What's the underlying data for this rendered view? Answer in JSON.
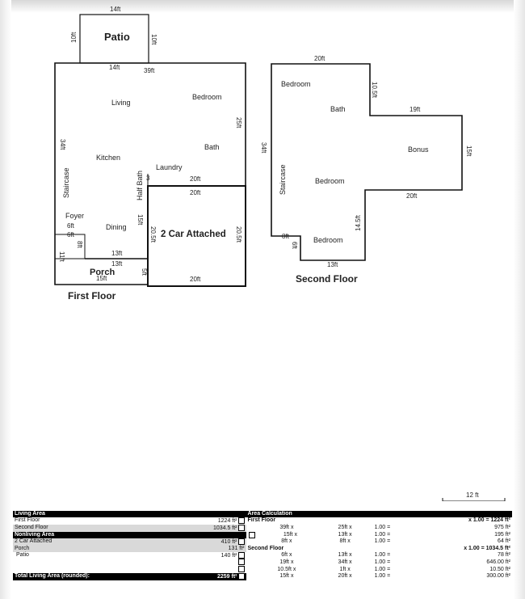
{
  "first_floor": {
    "title": "First Floor",
    "rooms": {
      "patio": "Patio",
      "living": "Living",
      "bedroom": "Bedroom",
      "bath": "Bath",
      "kitchen": "Kitchen",
      "laundry": "Laundry",
      "half_bath": "Half Bath",
      "staircase": "Staircase",
      "foyer": "Foyer",
      "dining": "Dining",
      "garage": "2 Car Attached",
      "porch": "Porch"
    },
    "dims": {
      "patio_top": "14ft",
      "patio_left": "10ft",
      "patio_right": "10ft",
      "patio_bottom": "14ft",
      "top": "39ft",
      "right": "25ft",
      "left": "34ft",
      "laundry_20a": "20ft",
      "laundry_20b": "20ft",
      "dining_15": "15ft",
      "garage_left": "20.5ft",
      "garage_right": "20.5ft",
      "garage_bottom": "20ft",
      "foyer_6": "6ft",
      "foyer_6v": "6ft",
      "foyer_8": "8ft",
      "porch_13a": "13ft",
      "porch_13b": "13ft",
      "porch_15": "15ft",
      "left_11": "11ft",
      "porch_5": "5ft",
      "half_bath_3": "3"
    }
  },
  "second_floor": {
    "title": "Second Floor",
    "rooms": {
      "bedroom1": "Bedroom",
      "bath": "Bath",
      "bonus": "Bonus",
      "staircase": "Staircase",
      "bedroom2": "Bedroom",
      "bedroom3": "Bedroom"
    },
    "dims": {
      "top": "20ft",
      "d105": "10.5ft",
      "d19": "19ft",
      "d15": "15ft",
      "d20": "20ft",
      "left": "34ft",
      "d145": "14.5ft",
      "d13": "13ft",
      "d8": "8ft",
      "d6": "6ft"
    }
  },
  "scale": {
    "label": "12 ft"
  },
  "table": {
    "left_header": "Living Area",
    "right_header": "Area Calculation",
    "first_floor_label": "First Floor",
    "first_floor_value": "1224 ft²",
    "second_floor_label": "Second Floor",
    "second_floor_value": "1034.5 ft²",
    "nonliving_label": "Nonliving Area",
    "garage_label": "2 Car Attached",
    "garage_value": "410 ft²",
    "porch_label": "Porch",
    "porch_value": "131 ft²",
    "patio_label": "Patio",
    "patio_value": "140 ft²",
    "total_label": "Total Living Area (rounded):",
    "total_value": "2259 ft²",
    "calc_first_label": "First Floor",
    "calc_first_total": "x 1.00 = 1224 ft²",
    "calc_second_label": "Second Floor",
    "calc_second_total": "x 1.00 = 1034.5 ft²",
    "first_rows": [
      {
        "a": "39ft x",
        "b": "25ft x",
        "c": "1.00 =",
        "d": "975 ft²"
      },
      {
        "a": "15ft x",
        "b": "13ft x",
        "c": "1.00 =",
        "d": "195 ft²"
      },
      {
        "a": "8ft x",
        "b": "8ft x",
        "c": "1.00 =",
        "d": "64 ft²"
      }
    ],
    "second_rows": [
      {
        "a": "6ft x",
        "b": "13ft x",
        "c": "1.00 =",
        "d": "78 ft²"
      },
      {
        "a": "19ft x",
        "b": "34ft x",
        "c": "1.00 =",
        "d": "646.00 ft²"
      },
      {
        "a": "10.5ft x",
        "b": "1ft x",
        "c": "1.00 =",
        "d": "10.50 ft²"
      },
      {
        "a": "15ft x",
        "b": "20ft x",
        "c": "1.00 =",
        "d": "300.00 ft²"
      }
    ]
  }
}
